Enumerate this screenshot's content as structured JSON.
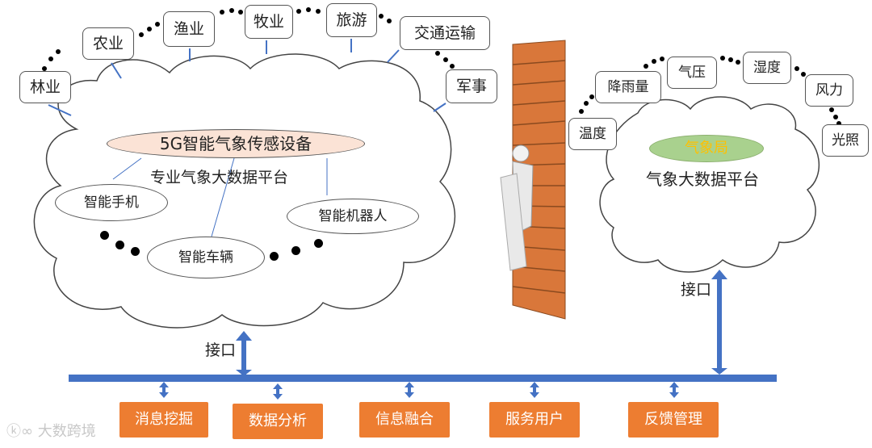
{
  "left_cloud": {
    "industries": [
      "林业",
      "农业",
      "渔业",
      "牧业",
      "旅游",
      "交通运输",
      "军事"
    ],
    "sensor_label": "5G智能气象传感设备",
    "platform_label": "专业气象大数据平台",
    "devices": [
      "智能手机",
      "智能车辆",
      "智能机器人"
    ]
  },
  "right_cloud": {
    "factors": [
      "温度",
      "降雨量",
      "气压",
      "湿度",
      "风力",
      "光照"
    ],
    "bureau_label": "气象局",
    "platform_label": "气象大数据平台"
  },
  "interface_label_left": "接口",
  "interface_label_right": "接口",
  "services": [
    "消息挖掘",
    "数据分析",
    "信息融合",
    "服务用户",
    "反馈管理"
  ],
  "watermark": "大数跨境",
  "colors": {
    "accent_blue": "#4472c4",
    "service_orange": "#ed7d31",
    "sensor_fill": "#fbe3d6",
    "bureau_green": "#a9d18e"
  }
}
